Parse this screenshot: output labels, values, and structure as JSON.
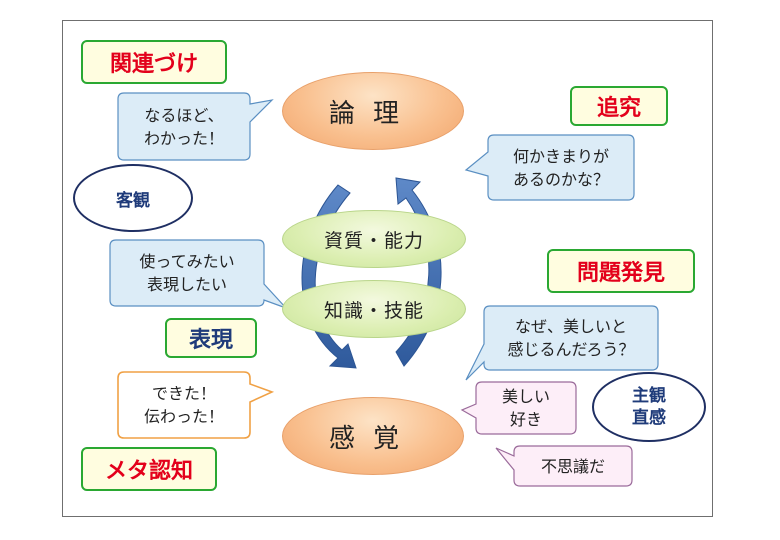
{
  "nodes": {
    "top": "論理",
    "bottom": "感覚",
    "mid_upper": "資質・能力",
    "mid_lower": "知識・技能"
  },
  "tags": {
    "kanrenzuke": "関連づけ",
    "tsuikyu": "追究",
    "mondai_hakken": "問題発見",
    "hyogen": "表現",
    "meta_ninchi": "メタ認知"
  },
  "ovals": {
    "kyakkan": "客観",
    "shukan": "主観\n直感"
  },
  "bubbles": {
    "naruhodo": "なるほど、\nわかった！",
    "nanika": "何かきまりが\nあるのかな？",
    "tsukatte": "使ってみたい\n表現したい",
    "naze": "なぜ、美しいと\n感じるんだろう？",
    "dekita": "できた！\n伝わった！",
    "utsukushii": "美しい\n好き",
    "fushigi": "不思議だ"
  },
  "colors": {
    "tag_text_red": "#e3001b",
    "tag_text_navy": "#1f3b7a",
    "tag_border_green": "#2aa832",
    "bubble_blue_fill": "#dcecf7",
    "bubble_orange_border": "#f0a145",
    "bubble_pink_fill": "#fdeef8",
    "arrow_blue": "#3f6cb0"
  }
}
